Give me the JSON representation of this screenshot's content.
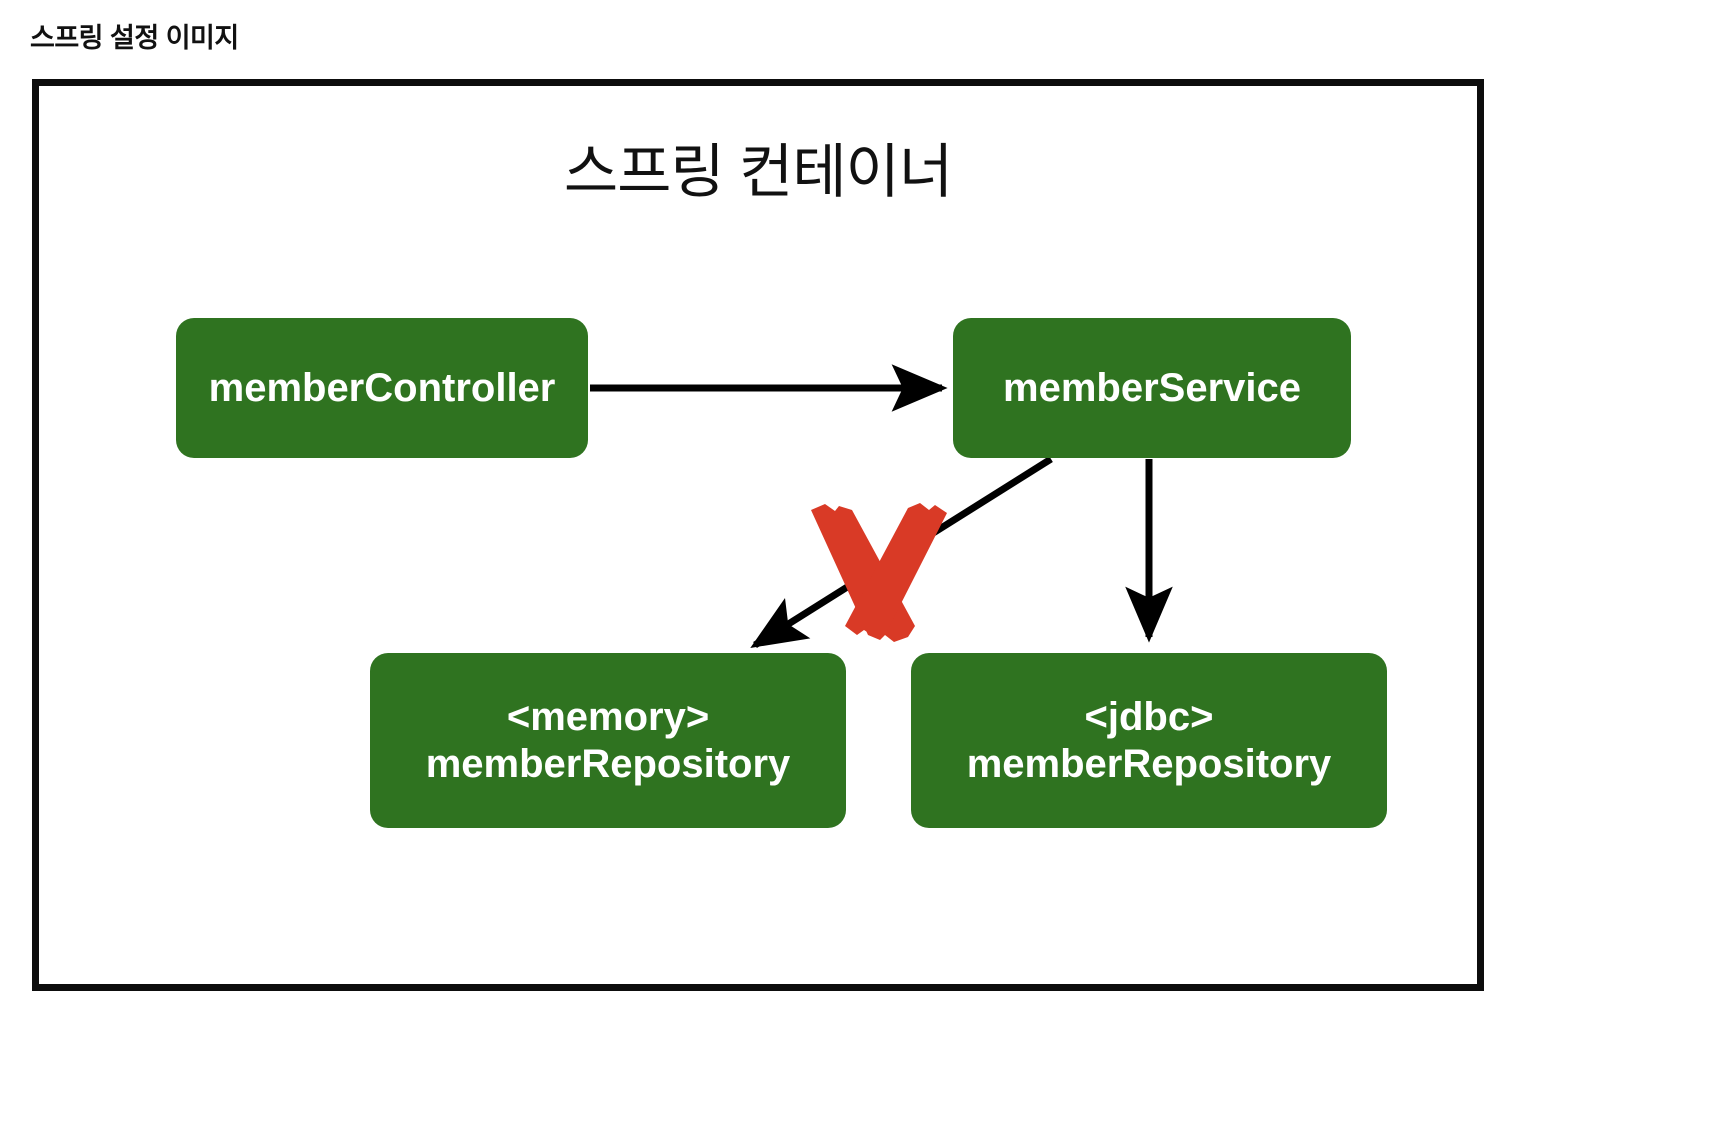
{
  "page": {
    "heading": "스프링 설정 이미지"
  },
  "diagram": {
    "container_title": "스프링 컨테이너",
    "box_color": "#2f7320",
    "box_text_color": "#ffffff",
    "frame_border_color": "#0d0d0d",
    "arrow_color": "#000000",
    "cross_color": "#d93a26",
    "boxes": [
      {
        "id": "memberController",
        "line1": "memberController",
        "line2": ""
      },
      {
        "id": "memberService",
        "line1": "memberService",
        "line2": ""
      },
      {
        "id": "memoryMemberRepository",
        "line1": "<memory>",
        "line2": "memberRepository"
      },
      {
        "id": "jdbcMemberRepository",
        "line1": "<jdbc>",
        "line2": "memberRepository"
      }
    ],
    "arrows": [
      {
        "id": "controller-to-service",
        "from": "memberController",
        "to": "memberService",
        "crossed_out": false
      },
      {
        "id": "service-to-memory",
        "from": "memberService",
        "to": "memoryMemberRepository",
        "crossed_out": true
      },
      {
        "id": "service-to-jdbc",
        "from": "memberService",
        "to": "jdbcMemberRepository",
        "crossed_out": false
      }
    ],
    "annotations": [
      {
        "id": "disabled-dependency-cross",
        "symbol": "X",
        "meaning": "connection-removed"
      }
    ]
  }
}
